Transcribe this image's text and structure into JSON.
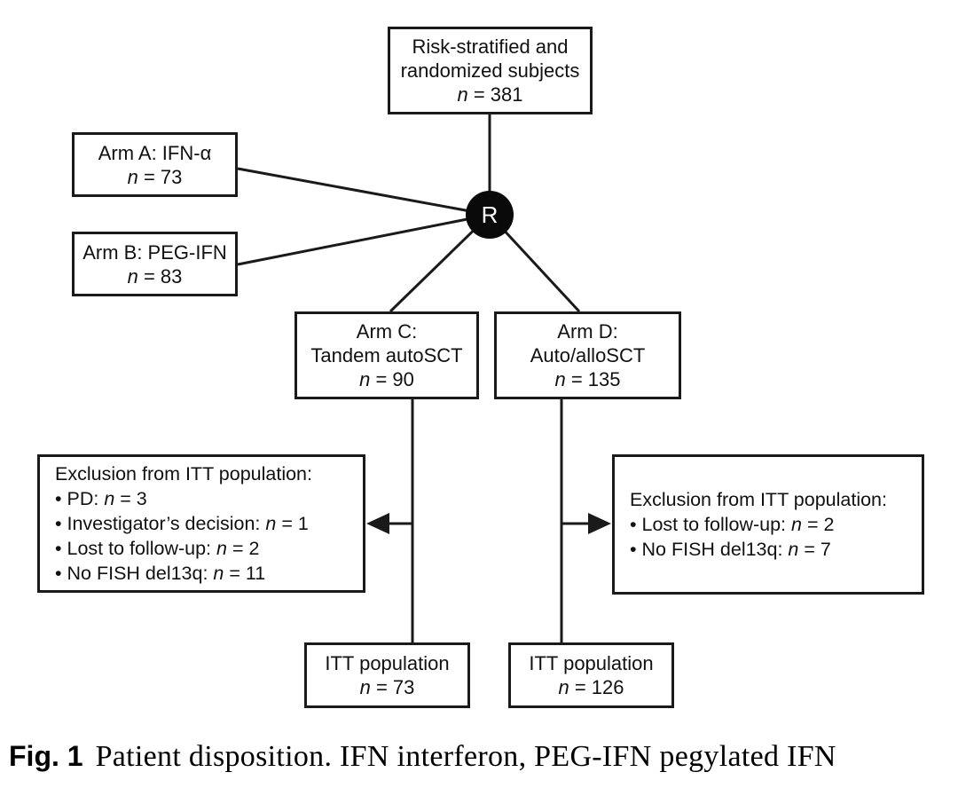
{
  "figure": {
    "caption_label": "Fig. 1",
    "caption_text": "Patient disposition. IFN interferon, PEG-IFN pegylated IFN"
  },
  "randomization": {
    "label": "R"
  },
  "boxes": {
    "top": {
      "line1": "Risk-stratified and",
      "line2": "randomized subjects",
      "n_italic": "n",
      "n_rest": " = 381"
    },
    "arm_a": {
      "line1": "Arm A: IFN-α",
      "n_italic": "n",
      "n_rest": " = 73"
    },
    "arm_b": {
      "line1": "Arm B: PEG-IFN",
      "n_italic": "n",
      "n_rest": " = 83"
    },
    "arm_c": {
      "line1": "Arm C:",
      "line2": "Tandem autoSCT",
      "n_italic": "n",
      "n_rest": " = 90"
    },
    "arm_d": {
      "line1": "Arm D:",
      "line2": "Auto/alloSCT",
      "n_italic": "n",
      "n_rest": " = 135"
    },
    "exclusion_left": {
      "title": "Exclusion from ITT population:",
      "items": [
        {
          "label": "• PD: ",
          "n": "n",
          "value": " = 3"
        },
        {
          "label": "• Investigator’s decision: ",
          "n": "n",
          "value": " = 1"
        },
        {
          "label": "• Lost to follow-up: ",
          "n": "n",
          "value": " = 2"
        },
        {
          "label": "• No FISH del13q: ",
          "n": "n",
          "value": " = 11"
        }
      ]
    },
    "exclusion_right": {
      "title": "Exclusion from ITT population:",
      "items": [
        {
          "label": "• Lost to follow-up: ",
          "n": "n",
          "value": " = 2"
        },
        {
          "label": "• No FISH del13q: ",
          "n": "n",
          "value": " = 7"
        }
      ]
    },
    "itt_left": {
      "line1": "ITT population",
      "n_italic": "n",
      "n_rest": " = 73"
    },
    "itt_right": {
      "line1": "ITT population",
      "n_italic": "n",
      "n_rest": " = 126"
    }
  },
  "colors": {
    "line": "#1a1a1a",
    "node_fill": "#0a0a0a",
    "node_text": "#ffffff",
    "background": "#ffffff"
  }
}
